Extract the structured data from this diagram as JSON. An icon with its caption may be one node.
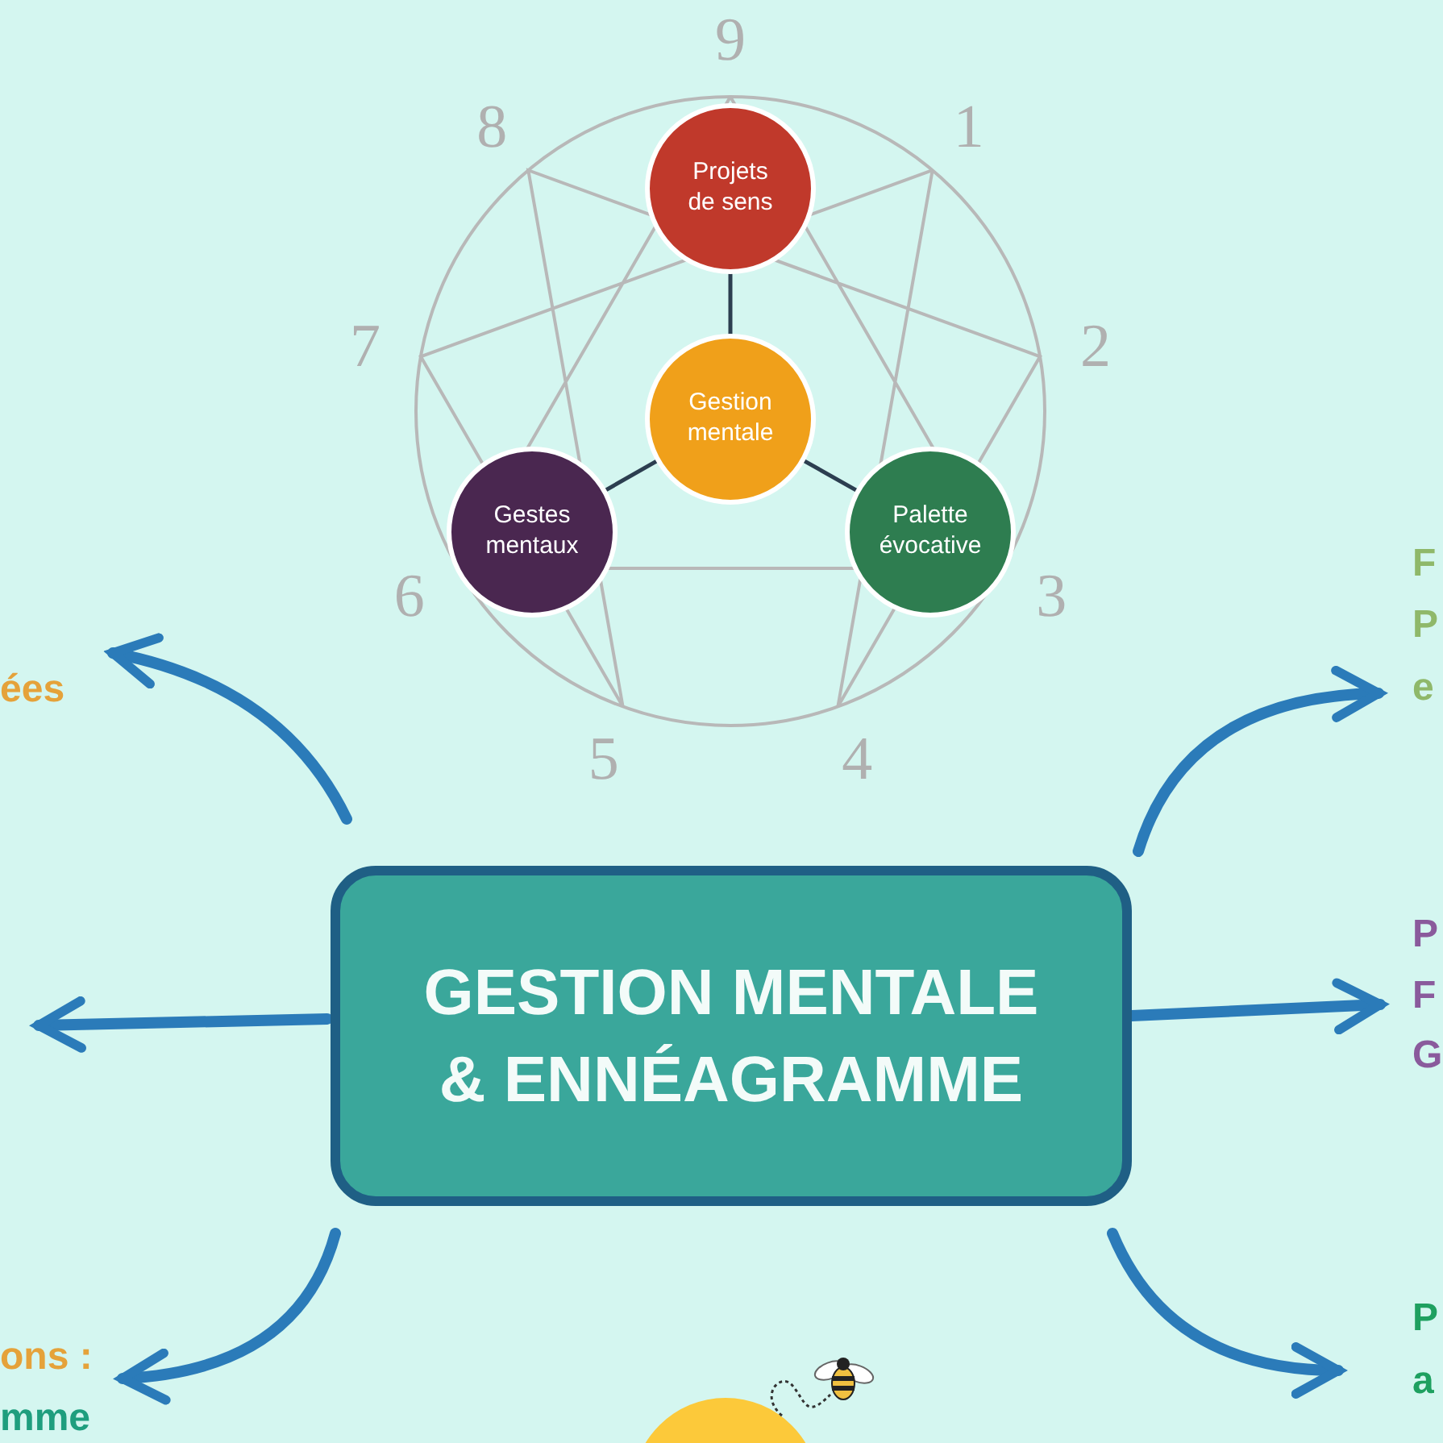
{
  "diagram": {
    "nodes": [
      {
        "text": [
          "Projets de sens"
        ]
      },
      {
        "text": [
          "Gestion mentale"
        ]
      },
      {
        "text": [
          "Gestes mentaux"
        ]
      },
      {
        "text": [
          "Palette évocative"
        ]
      },
      {
        "text": [
          "GESTION MENTALE & ENNÉAGRAMME"
        ]
      }
    ],
    "edges": [
      {
        "from": 1,
        "to": 0,
        "arrow": "none",
        "color": "#2c3e50"
      },
      {
        "from": 1,
        "to": 2,
        "arrow": "none",
        "color": "#2c3e50"
      },
      {
        "from": 1,
        "to": 3,
        "arrow": "none",
        "color": "#2c3e50"
      },
      {
        "from": 4,
        "to": null,
        "arrow": "to"
      },
      {
        "from": 4,
        "to": null,
        "arrow": "to"
      },
      {
        "from": 4,
        "to": null,
        "arrow": "to"
      },
      {
        "from": 4,
        "to": null,
        "arrow": "to"
      },
      {
        "from": 4,
        "to": null,
        "arrow": "to"
      },
      {
        "from": 4,
        "to": null,
        "arrow": "to"
      }
    ],
    "labels": [
      "9",
      "8",
      "1",
      "7",
      "2",
      "6",
      "3",
      "5",
      "4",
      "ées",
      "F",
      "P",
      "e",
      "P",
      "F",
      "G",
      "ons :",
      "mme",
      "P",
      "a"
    ]
  }
}
